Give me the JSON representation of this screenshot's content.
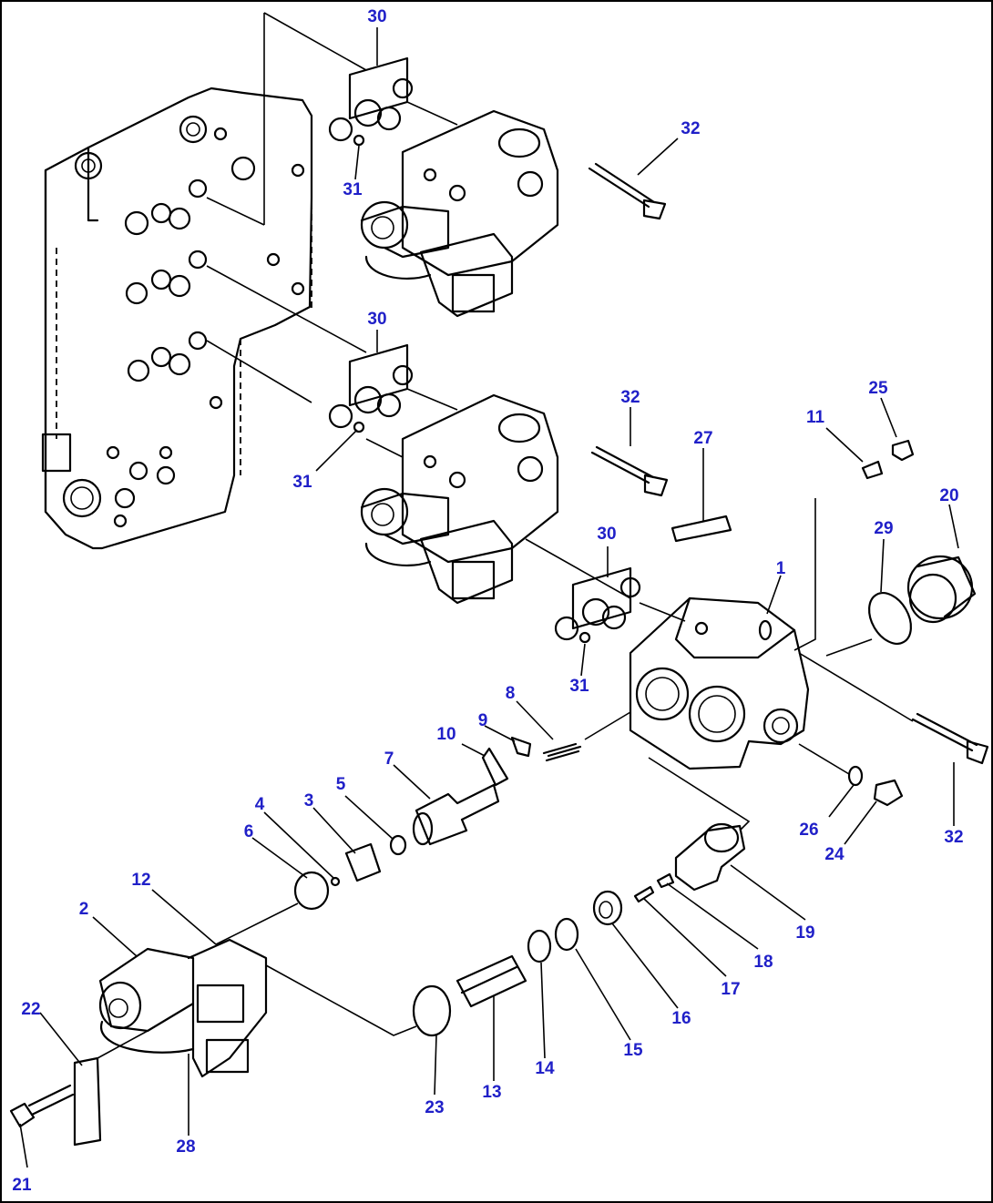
{
  "callouts": [
    {
      "label": "30"
    },
    {
      "label": "31"
    },
    {
      "label": "32"
    },
    {
      "label": "30"
    },
    {
      "label": "31"
    },
    {
      "label": "32"
    },
    {
      "label": "27"
    },
    {
      "label": "11"
    },
    {
      "label": "25"
    },
    {
      "label": "20"
    },
    {
      "label": "29"
    },
    {
      "label": "1"
    },
    {
      "label": "30"
    },
    {
      "label": "31"
    },
    {
      "label": "8"
    },
    {
      "label": "9"
    },
    {
      "label": "10"
    },
    {
      "label": "7"
    },
    {
      "label": "5"
    },
    {
      "label": "3"
    },
    {
      "label": "4"
    },
    {
      "label": "6"
    },
    {
      "label": "12"
    },
    {
      "label": "2"
    },
    {
      "label": "22"
    },
    {
      "label": "21"
    },
    {
      "label": "28"
    },
    {
      "label": "23"
    },
    {
      "label": "13"
    },
    {
      "label": "14"
    },
    {
      "label": "15"
    },
    {
      "label": "16"
    },
    {
      "label": "17"
    },
    {
      "label": "18"
    },
    {
      "label": "19"
    },
    {
      "label": "26"
    },
    {
      "label": "24"
    },
    {
      "label": "32"
    }
  ]
}
